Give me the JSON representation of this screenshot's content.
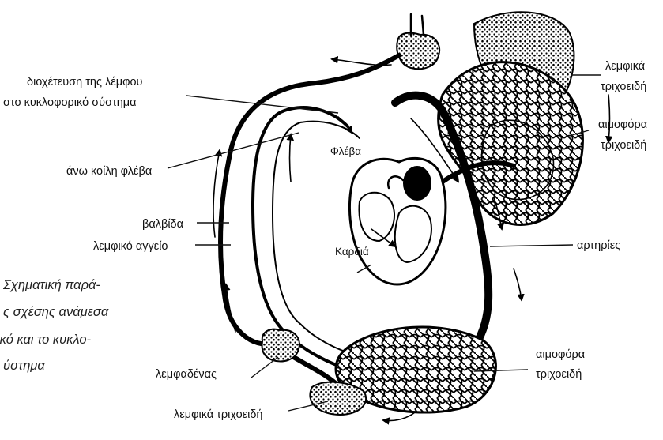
{
  "labels": {
    "drainage_line1": "διοχέτευση της λέμφου",
    "drainage_line2": "στο κυκλοφορικό  σύστημα",
    "superior_vena_cava": "άνω κοίλη φλέβα",
    "valve": "βαλβίδα",
    "lymph_vessel": "λεμφικό αγγείο",
    "lymph_node": "λεμφαδένας",
    "lymph_capillaries_bottom": "λεμφικά τριχοειδή",
    "lymph_capillaries_top_line1": "λεμφικά",
    "lymph_capillaries_top_line2": "τριχοειδή",
    "blood_capillaries_top_line1": "αιμοφόρα",
    "blood_capillaries_top_line2": "τριχοειδή",
    "arteries": "αρτηρίες",
    "blood_capillaries_bottom_line1": "αιμοφόρα",
    "blood_capillaries_bottom_line2": "τριχοειδή",
    "vein": "Φλέβα",
    "heart": "Καρδιά"
  },
  "caption": {
    "line1": "Σχηματική παρά-",
    "line2": "ς σχέσης ανάμεσα",
    "line3": "ικό και το κυκλο-",
    "line4": "ύστημα"
  }
}
